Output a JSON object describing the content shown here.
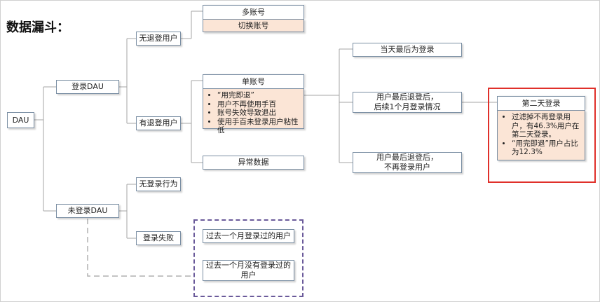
{
  "title": "数据漏斗：",
  "colors": {
    "connector": "#a6a6a6",
    "node_border": "#7a8ea3",
    "highlight_fill": "#fbe5d6",
    "red_frame": "#e0302a",
    "dash_frame": "#6a5a9a"
  },
  "nodes": {
    "dau": "DAU",
    "login_dau": "登录DAU",
    "no_login_dau": "未登录DAU",
    "no_logout_user": "无退登用户",
    "has_logout_user": "有退登用户",
    "no_login_behavior": "无登录行为",
    "login_failed": "登录失败",
    "multi_account": "多账号",
    "switch_account": "切换账号",
    "single_account": "单账号",
    "abnormal_data": "异常数据",
    "last_login_same_day": "当天最后为登录",
    "logout_then_month_line1": "用户最后退登后，",
    "logout_then_month_line2": "后续1个月登录情况",
    "logout_no_relogin_line1": "用户最后退登后，",
    "logout_no_relogin_line2": "不再登录用户",
    "next_day_login": "第二天登录",
    "logged_past_month": "过去一个月登录过的用户",
    "not_logged_past_month": "过去一个月没有登录过的用户"
  },
  "single_account_reasons": [
    "“用完即退”",
    "用户不再使用手百",
    "账号失效导致退出",
    "使用手百未登录用户粘性低"
  ],
  "next_day_notes": [
    "过滤掉不再登录用户，有46.3%用户在第二天登录。",
    "“用完即退”用户占比为12.3%"
  ]
}
